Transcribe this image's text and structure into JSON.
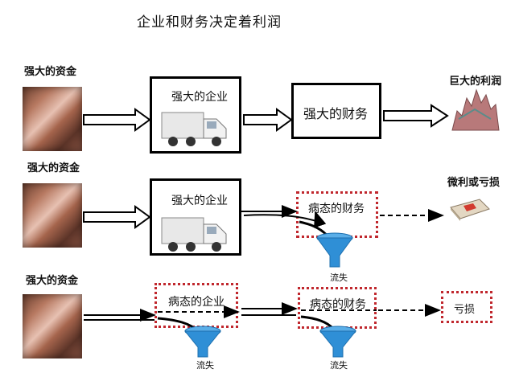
{
  "title": "企业和财务决定着利润",
  "rows": [
    {
      "capital_label": "强大的资金",
      "enterprise_label": "强大的企业",
      "finance_label": "强大的财务",
      "result_label": "巨大的利润"
    },
    {
      "capital_label": "强大的资金",
      "enterprise_label": "强大的企业",
      "finance_label": "病态的财务",
      "loss_label": "流失",
      "result_label": "微利或亏损"
    },
    {
      "capital_label": "强大的资金",
      "enterprise_label": "病态的企业",
      "enterprise_loss_label": "流失",
      "finance_label": "病态的财务",
      "finance_loss_label": "流失",
      "result_label": "亏损"
    }
  ],
  "colors": {
    "dotted_border": "#c0272d",
    "funnel": "#2f8fd6",
    "arrow": "#000000"
  },
  "icons": [
    "money-stack-image",
    "truck-image",
    "profit-mountain-image",
    "cash-bundle-image",
    "funnel-icon"
  ]
}
